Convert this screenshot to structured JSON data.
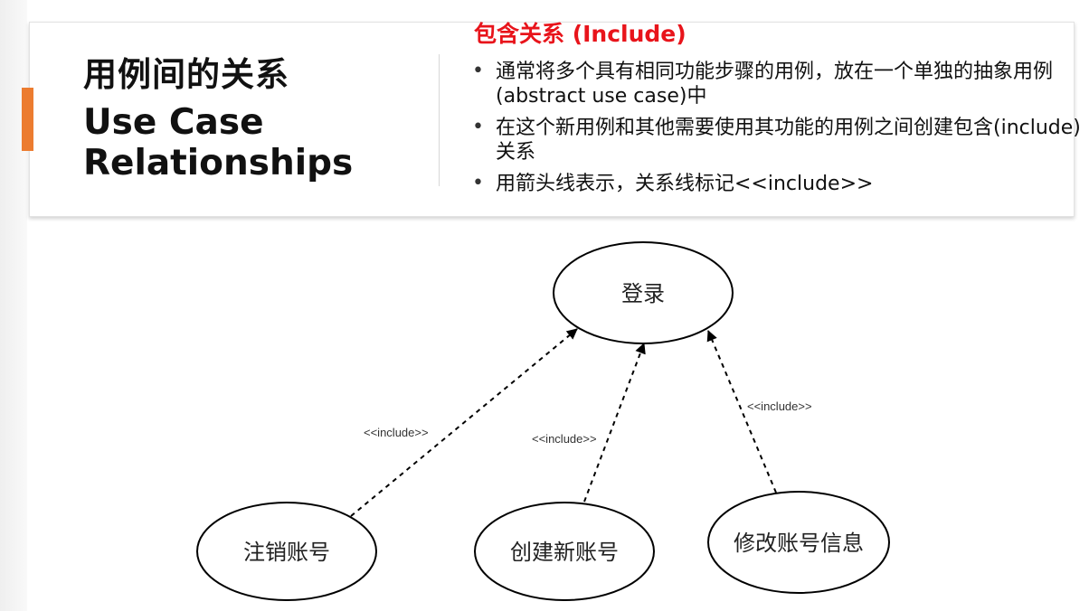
{
  "header": {
    "title_cn": "用例间的关系",
    "title_en": "Use Case Relationships",
    "section_heading": "包含关系 (Include)",
    "bullets": [
      "通常将多个具有相同功能步骤的用例，放在一个单独的抽象用例(abstract use case)中",
      "在这个新用例和其他需要使用其功能的用例之间创建包含(include)关系",
      "用箭头线表示，关系线标记<<include>>"
    ],
    "bullet_symbol": "•"
  },
  "diagram": {
    "base_use_case": "登录",
    "including_use_cases": [
      "注销账号",
      "创建新账号",
      "修改账号信息"
    ],
    "relationship_label": "<<include>>"
  },
  "colors": {
    "accent": "#ec7c30",
    "heading_red": "#e8141b"
  }
}
